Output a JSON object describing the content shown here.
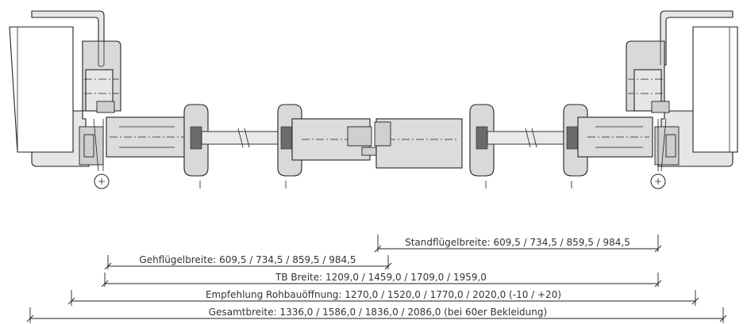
{
  "drawing": {
    "title": "",
    "dimensions": [
      {
        "key": "standfluegel",
        "label": "Standflügelbreite: 609,5 / 734,5 / 859,5 / 984,5"
      },
      {
        "key": "gehfluegel",
        "label": "Gehflügelbreite: 609,5 / 734,5 / 859,5 / 984,5"
      },
      {
        "key": "tb_breite",
        "label": "TB Breite: 1209,0 / 1459,0 / 1709,0 / 1959,0"
      },
      {
        "key": "rohbau",
        "label": "Empfehlung Rohbauöffnung: 1270,0 / 1520,0 / 1770,0 / 2020,0 (-10 / +20)"
      },
      {
        "key": "gesamt",
        "label": "Gesamtbreite: 1336,0 / 1586,0 / 1836,0 / 2086,0 (bei 60er Bekleidung)"
      }
    ]
  },
  "colors": {
    "line": "#222222",
    "profile_fill": "#d9d9d9",
    "seal_hatch": "#6b6b6b",
    "text": "#333333"
  }
}
